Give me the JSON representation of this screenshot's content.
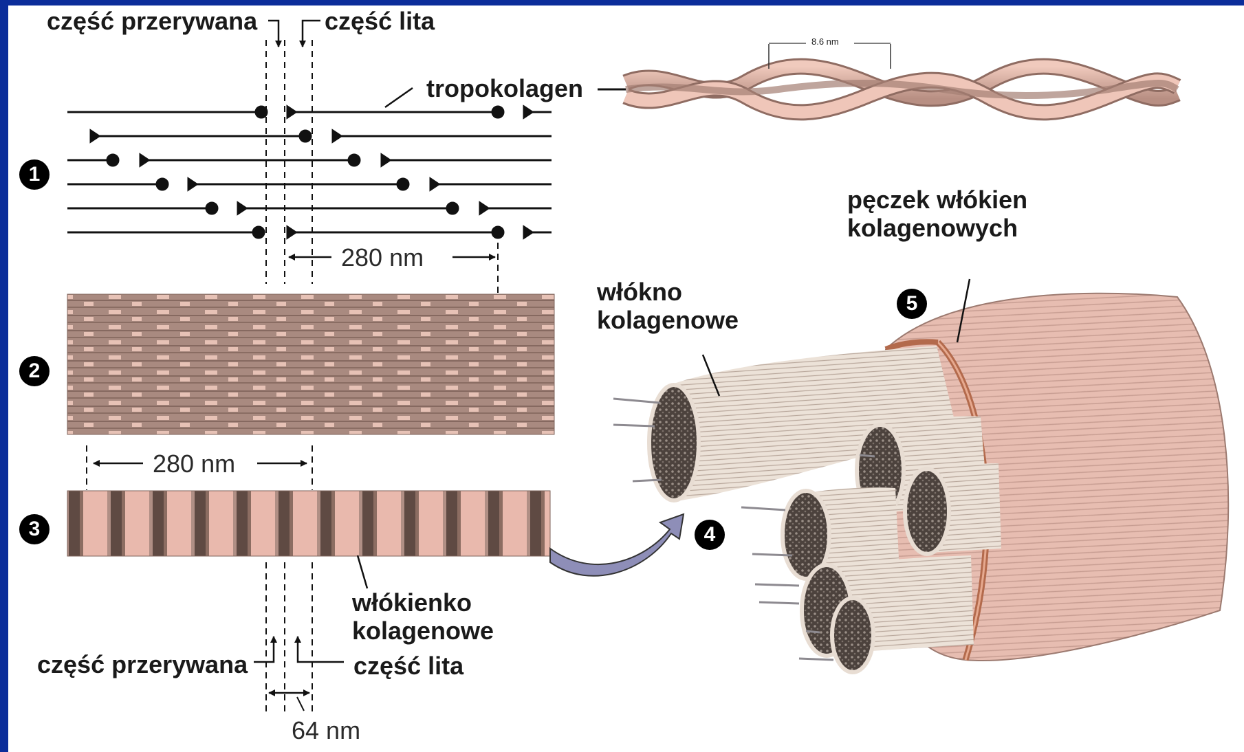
{
  "labels": {
    "gap_top": "część przerywana",
    "overlap_top": "część lita",
    "tropocollagen": "tropokolagen",
    "len_280_a": "280 nm",
    "len_280_b": "280 nm",
    "fibril": "włókienko\nkolagenowe",
    "gap_bottom": "część przerywana",
    "overlap_bottom": "część lita",
    "period": "64 nm",
    "fiber": "włókno\nkolagenowe",
    "bundle": "pęczek włókien\nkolagenowych",
    "helix_pitch": "8.6 nm"
  },
  "steps": [
    "1",
    "2",
    "3",
    "4",
    "5"
  ],
  "colors": {
    "background": "#0b2d9a",
    "collagen_pink": "#e9b9ad",
    "collagen_dark": "#6b5046",
    "fiber_light": "#ece4dc",
    "arrow_fill": "#8e8eb8"
  }
}
